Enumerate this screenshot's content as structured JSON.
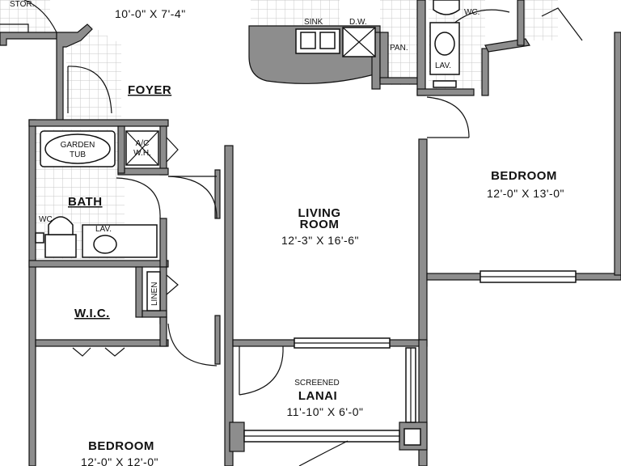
{
  "labels": {
    "stor": "STOR.",
    "top_dim": "10'-0\" X 7'-4\"",
    "sink": "SINK",
    "dw": "D.W.",
    "pan": "PAN.",
    "wc_top": "WC.",
    "lav_top": "LAV.",
    "foyer": "FOYER",
    "garden_tub_1": "GARDEN",
    "garden_tub_2": "TUB",
    "ac_wh_1": "A/C",
    "ac_wh_2": "W.H.",
    "bath": "BATH",
    "wc_bath": "WC",
    "lav_bath": "LAV.",
    "linen": "LINEN",
    "wic": "W.I.C.",
    "living_1": "LIVING",
    "living_2": "ROOM",
    "living_dim": "12'-3\" X 16'-6\"",
    "bedroom_right": "BEDROOM",
    "bedroom_right_dim": "12'-0\" X 13'-0\"",
    "screened": "SCREENED",
    "lanai": "LANAI",
    "lanai_dim": "11'-10\" X 6'-0\"",
    "bedroom_bottom": "BEDROOM",
    "bedroom_bottom_dim": "12'-0\" X 12'-0\""
  },
  "colors": {
    "wall": "#8d8d8d",
    "line": "#111111",
    "tile_grid": "#c9c9c9",
    "background": "#ffffff"
  }
}
